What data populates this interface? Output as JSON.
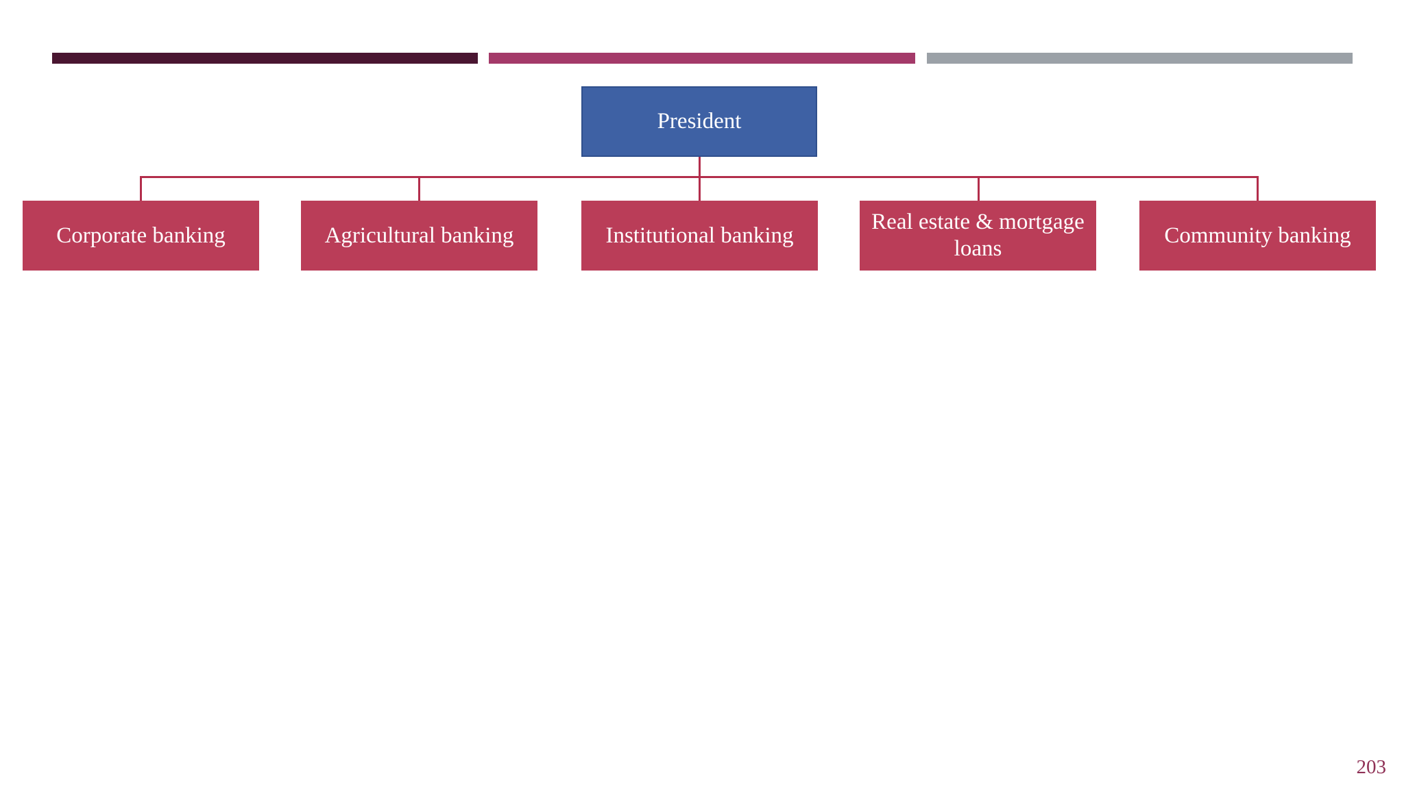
{
  "theme": {
    "colors": {
      "bar-dark": "#4a1631",
      "bar-magenta": "#a43a69",
      "bar-gray": "#9ba1a7",
      "president-fill": "#3e61a4",
      "president-border": "#2f4f8c",
      "branch-fill": "#ba3d58",
      "connector": "#b32e4c",
      "page-number": "#8f3156",
      "box-text": "#ffffff"
    }
  },
  "org_chart": {
    "root": {
      "label": "President"
    },
    "branches": [
      {
        "label": "Corporate banking"
      },
      {
        "label": "Agricultural banking"
      },
      {
        "label": "Institutional banking"
      },
      {
        "label": "Real estate & mortgage loans"
      },
      {
        "label": "Community banking"
      }
    ]
  },
  "footer": {
    "page_number": "203"
  }
}
